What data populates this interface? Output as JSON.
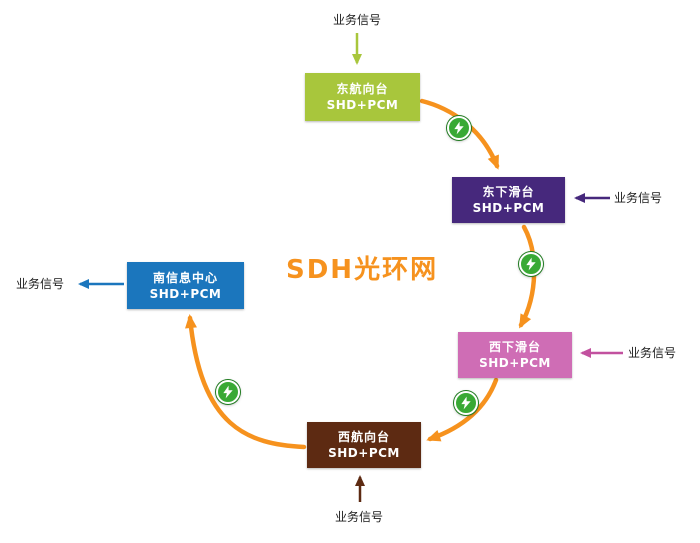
{
  "title": "SDH光环网",
  "nodes": [
    {
      "name": "东航向台",
      "sub": "SHD+PCM",
      "color": "#a8c63c"
    },
    {
      "name": "东下滑台",
      "sub": "SHD+PCM",
      "color": "#46287c"
    },
    {
      "name": "西下滑台",
      "sub": "SHD+PCM",
      "color": "#cf6db5"
    },
    {
      "name": "西航向台",
      "sub": "SHD+PCM",
      "color": "#5d2a12"
    },
    {
      "name": "南信息中心",
      "sub": "SHD+PCM",
      "color": "#1b76bd"
    }
  ],
  "signals": [
    {
      "label": "业务信号"
    },
    {
      "label": "业务信号"
    },
    {
      "label": "业务信号"
    },
    {
      "label": "业务信号"
    },
    {
      "label": "业务信号"
    }
  ],
  "colors": {
    "ring": "#f6921e",
    "title": "#f6921e",
    "node_icon": "#39a935",
    "arrow_green": "#a8c63c",
    "arrow_purple": "#46287c",
    "arrow_pink": "#c2519f",
    "arrow_brown": "#5d2a12",
    "arrow_blue": "#1b76bd"
  }
}
